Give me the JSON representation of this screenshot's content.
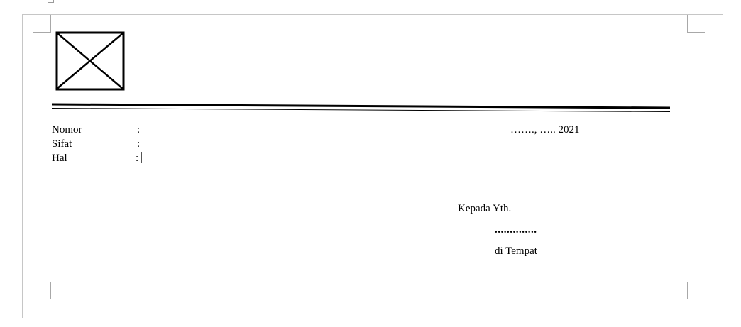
{
  "document": {
    "logo_placeholder": "image-placeholder-icon",
    "fields": [
      {
        "label": "Nomor",
        "separator": ":"
      },
      {
        "label": "Sifat",
        "separator": ":"
      },
      {
        "label": "Hal",
        "separator": ":"
      }
    ],
    "date_line": "……., ….. 2021",
    "recipient": {
      "salutation": "Kepada Yth.",
      "name_placeholder": "..............",
      "location": "di Tempat"
    }
  },
  "colors": {
    "page_border": "#c6c6c6",
    "corner_marks": "#a8a8a8",
    "text": "#000000"
  }
}
